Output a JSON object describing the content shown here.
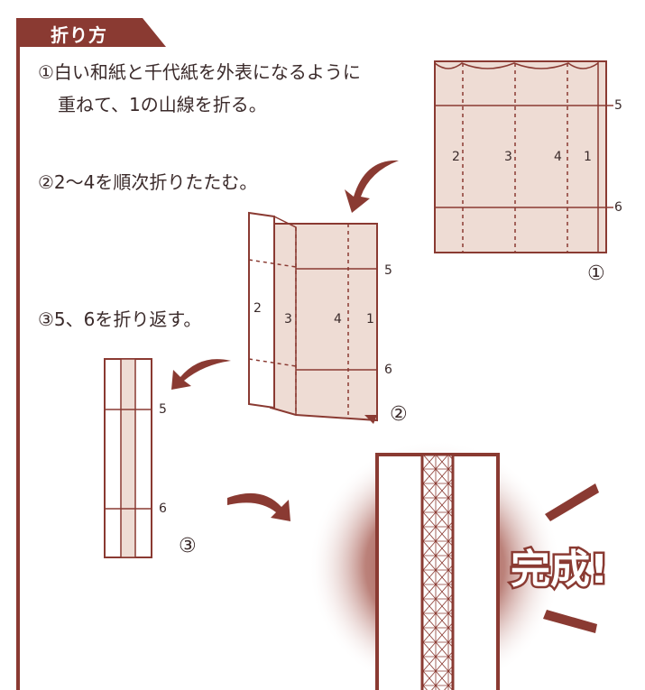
{
  "colors": {
    "brand": "#8a3a32",
    "paper": "#eedcd4",
    "text": "#3a2a2a"
  },
  "section_title": "折り方",
  "steps": [
    {
      "text_line1": "①白い和紙と千代紙を外表になるように",
      "text_line2": "重ねて、1の山線を折る。"
    },
    {
      "text_line1": "②2〜4を順次折りたたむ。"
    },
    {
      "text_line1": "③5、6を折り返す。"
    }
  ],
  "figures": {
    "fig1": {
      "number": "①",
      "labels": [
        "2",
        "3",
        "4",
        "1",
        "5",
        "6"
      ]
    },
    "fig2": {
      "number": "②",
      "labels": [
        "2",
        "3",
        "4",
        "1",
        "5",
        "6"
      ]
    },
    "fig3": {
      "number": "③",
      "labels": [
        "5",
        "6"
      ]
    }
  },
  "completion_text": "完成!",
  "icons": [
    "curved-arrow-icon",
    "asanoha-pattern",
    "burst-lines-icon"
  ]
}
